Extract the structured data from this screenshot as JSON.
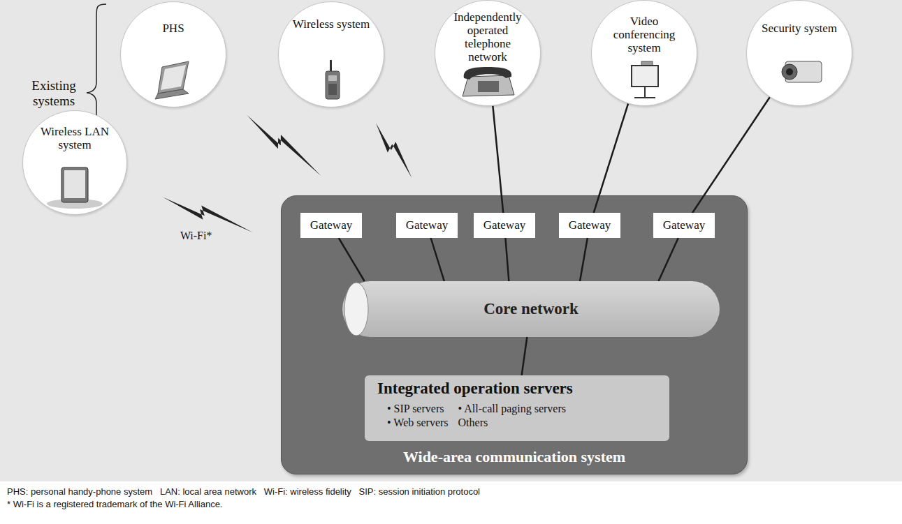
{
  "diagram": {
    "nodes": [
      {
        "text": [
          "PHS"
        ]
      },
      {
        "text": [
          "Wireless system"
        ]
      },
      {
        "text": [
          "Independently operated telephone network"
        ]
      },
      {
        "text": [
          "Video conferencing system"
        ]
      },
      {
        "text": [
          "Security system"
        ]
      },
      {
        "text": [
          "Wireless LAN system"
        ]
      },
      {
        "text": [
          "Wide-area communication system"
        ]
      },
      {
        "text": [
          "Gateway"
        ],
        "in": 6
      },
      {
        "text": [
          "Gateway"
        ],
        "in": 6
      },
      {
        "text": [
          "Gateway"
        ],
        "in": 6
      },
      {
        "text": [
          "Gateway"
        ],
        "in": 6
      },
      {
        "text": [
          "Gateway"
        ],
        "in": 6
      },
      {
        "text": [
          "Core network"
        ],
        "in": 6
      },
      {
        "text": [
          "Integrated operation servers",
          "• SIP servers",
          "• All-call paging servers",
          "• Web servers",
          "Others"
        ],
        "in": 6
      }
    ],
    "edges": [
      {
        "from": 0,
        "to": 6,
        "arrow": "none"
      },
      {
        "from": 1,
        "to": 6,
        "arrow": "none"
      },
      {
        "from": 5,
        "to": 6,
        "arrow": "none",
        "label": "Wi-Fi*"
      },
      {
        "from": 2,
        "to": 9,
        "arrow": "none"
      },
      {
        "from": 3,
        "to": 10,
        "arrow": "none"
      },
      {
        "from": 4,
        "to": 11,
        "arrow": "none"
      },
      {
        "from": 7,
        "to": 12,
        "arrow": "none"
      },
      {
        "from": 8,
        "to": 12,
        "arrow": "none"
      },
      {
        "from": 9,
        "to": 12,
        "arrow": "none"
      },
      {
        "from": 10,
        "to": 12,
        "arrow": "none"
      },
      {
        "from": 11,
        "to": 12,
        "arrow": "none"
      },
      {
        "from": 12,
        "to": 13,
        "arrow": "none"
      }
    ],
    "labels": [
      "Existing systems",
      "PHS: personal handy-phone system   LAN: local area network   Wi-Fi: wireless fidelity   SIP: session initiation protocol",
      "* Wi-Fi is a registered trademark of the Wi-Fi Alliance."
    ]
  }
}
